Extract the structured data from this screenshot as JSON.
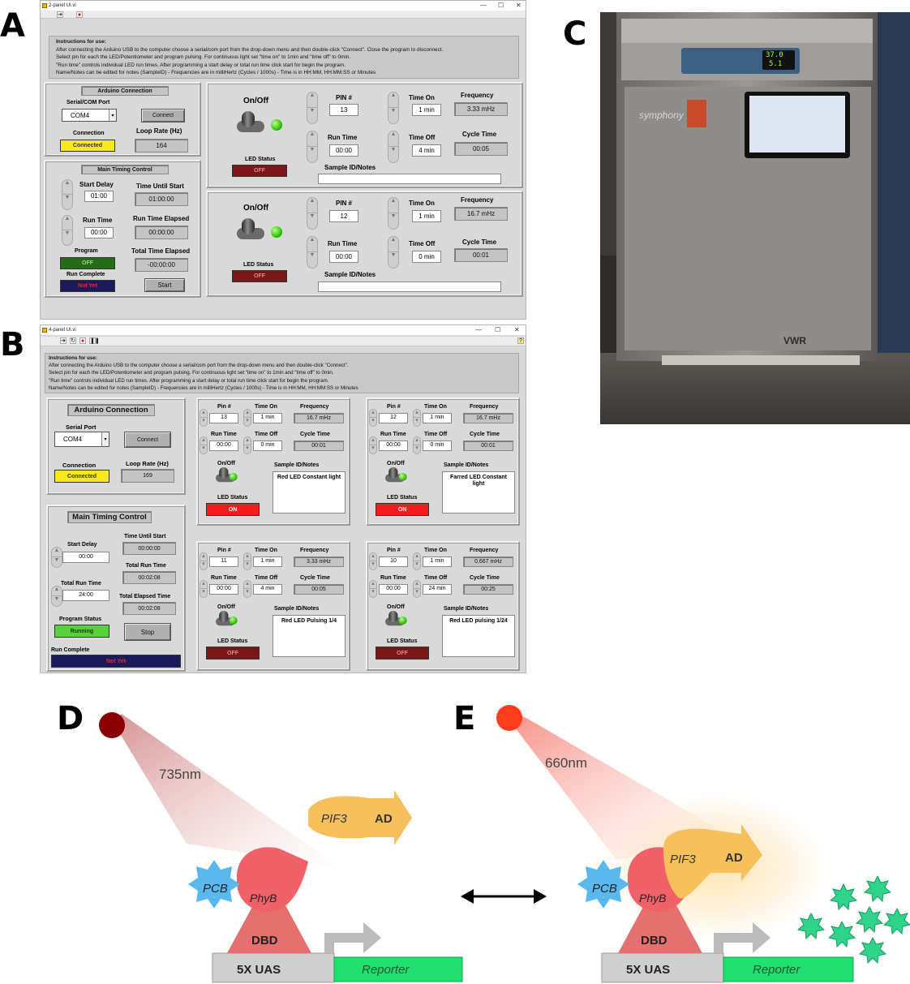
{
  "panel_letters": {
    "a": "A",
    "b": "B",
    "c": "C",
    "d": "D",
    "e": "E"
  },
  "win_a": {
    "title": "2-panel UI.vi",
    "instr_head": "Instructions for use:",
    "instr_lines": [
      "After connecting the Arduino USB to the computer choose a serial/com port from the drop-down menu and then double-click \"Connect\". Close the program to disconnect.",
      "Select pin for each the LED/Potentiometer and program pulsing. For continuous light set \"time on\" to 1min and \"time off\" to 0min.",
      "\"Run time\" controls individual LED run times. After programming a start delay or total run time click start for begin the program.",
      "Name/Notes can be edited for notes (SampleID) - Frequencies are in milliHertz (Cycles / 1000s) - Time is in HH:MM, HH:MM:SS or Minutes"
    ],
    "arduino": {
      "title": "Arduino Connection",
      "port_label": "Serial/COM Port",
      "port_value": "COM4",
      "connect": "Connect",
      "connection_label": "Connection",
      "connection_value": "Connected",
      "loop_label": "Loop Rate (Hz)",
      "loop_value": "164"
    },
    "timing": {
      "title": "Main Timing Control",
      "start_delay_label": "Start Delay",
      "start_delay": "01:00",
      "until_label": "Time Until Start",
      "until": "01:00:00",
      "run_time_label": "Run Time",
      "run_time": "00:00",
      "elapsed_label": "Run Time Elapsed",
      "elapsed": "00:00:00",
      "program_label": "Program",
      "program": "OFF",
      "total_label": "Total Time Elapsed",
      "total": "-00:00:00",
      "complete_label": "Run Complete",
      "complete": "Not Yet",
      "start": "Start"
    },
    "channels": [
      {
        "onoff": "On/Off",
        "led_label": "LED Status",
        "led": "OFF",
        "pin_label": "PIN #",
        "pin": "13",
        "ton_label": "Time On",
        "ton": "1 min",
        "freq_label": "Frequency",
        "freq": "3.33 mHz",
        "run_label": "Run Time",
        "run": "00:00",
        "toff_label": "Time Off",
        "toff": "4 min",
        "cycle_label": "Cycle Time",
        "cycle": "00:05",
        "notes_label": "Sample ID/Notes",
        "notes": ""
      },
      {
        "onoff": "On/Off",
        "led_label": "LED Status",
        "led": "OFF",
        "pin_label": "PIN #",
        "pin": "12",
        "ton_label": "Time On",
        "ton": "1 min",
        "freq_label": "Frequency",
        "freq": "16.7 mHz",
        "run_label": "Run Time",
        "run": "00:00",
        "toff_label": "Time Off",
        "toff": "0 min",
        "cycle_label": "Cycle Time",
        "cycle": "00:01",
        "notes_label": "Sample ID/Notes",
        "notes": ""
      }
    ]
  },
  "win_b": {
    "title": "4-panel UI.vi",
    "instr_head": "Instructions for use:",
    "instr_lines": [
      "After connecting the Arduino USB to the computer choose a serial/com port from the drop-down menu and then double-click \"Connect\".",
      "Select pin for each the LED/Potentiometer and program pulsing. For continuous light set \"time on\" to 1min and \"time off\" to 0min.",
      "\"Run time\" controls individual LED run times. After programming a start delay or total run time click start for begin the program.",
      "Name/Notes can be edited for notes (SampleID) - Frequencies are in milliHertz (Cycles / 1000s) - Time is in HH:MM, HH:MM:SS or Minutes"
    ],
    "arduino": {
      "title": "Arduino Connection",
      "port_label": "Serial Port",
      "port_value": "COM4",
      "connect": "Connect",
      "connection_label": "Connection",
      "connection_value": "Connected",
      "loop_label": "Loop Rate (Hz)",
      "loop_value": "169"
    },
    "timing": {
      "title": "Main Timing Control",
      "until_label": "Time Until Start",
      "until": "00:00:00",
      "start_delay_label": "Start Delay",
      "start_delay": "00:00",
      "total_run_label": "Total Run Time",
      "total_run": "00:02:08",
      "total_run_time_label": "Total Run Time",
      "total_run_time": "24:00",
      "total_elapsed_label": "Total Elapsed Time",
      "total_elapsed": "00:02:08",
      "status_label": "Program Status",
      "status": "Running",
      "stop": "Stop",
      "complete_label": "Run Complete",
      "complete": "Not Yet"
    },
    "channels": [
      {
        "pin_label": "Pin #",
        "pin": "13",
        "ton_label": "Time On",
        "ton": "1 min",
        "freq_label": "Frequency",
        "freq": "16.7 mHz",
        "run_label": "Run Time",
        "run": "00:00",
        "toff_label": "Time Off",
        "toff": "0 min",
        "cycle_label": "Cycle Time",
        "cycle": "00:01",
        "onoff": "On/Off",
        "notes_label": "Sample ID/Notes",
        "notes": "Red LED Constant light",
        "led_label": "LED Status",
        "led": "ON"
      },
      {
        "pin_label": "Pin #",
        "pin": "12",
        "ton_label": "Time On",
        "ton": "1 min",
        "freq_label": "Frequency",
        "freq": "16.7 mHz",
        "run_label": "Run Time",
        "run": "00:00",
        "toff_label": "Time Off",
        "toff": "0 min",
        "cycle_label": "Cycle Time",
        "cycle": "00:01",
        "onoff": "On/Off",
        "notes_label": "Sample ID/Notes",
        "notes": "Farred LED Constant light",
        "led_label": "LED Status",
        "led": "ON"
      },
      {
        "pin_label": "Pin #",
        "pin": "11",
        "ton_label": "Time On",
        "ton": "1 min",
        "freq_label": "Frequency",
        "freq": "3.33 mHz",
        "run_label": "Run Time",
        "run": "00:00",
        "toff_label": "Time Off",
        "toff": "4 min",
        "cycle_label": "Cycle Time",
        "cycle": "00:05",
        "onoff": "On/Off",
        "notes_label": "Sample ID/Notes",
        "notes": "Red LED Pulsing 1/4",
        "led_label": "LED Status",
        "led": "OFF"
      },
      {
        "pin_label": "Pin #",
        "pin": "10",
        "ton_label": "Time On",
        "ton": "1 min",
        "freq_label": "Frequency",
        "freq": "0.667 mHz",
        "run_label": "Run Time",
        "run": "00:00",
        "toff_label": "Time Off",
        "toff": "24 min",
        "cycle_label": "Cycle Time",
        "cycle": "00:25",
        "onoff": "On/Off",
        "notes_label": "Sample ID/Notes",
        "notes": "Red LED pulsing 1/24",
        "led_label": "LED Status",
        "led": "OFF"
      }
    ]
  },
  "photo_c": {
    "display_top": "37.0",
    "display_bottom": "5.1",
    "brand": "symphony",
    "logo": "VWR"
  },
  "diagram": {
    "d_wavelength": "735nm",
    "e_wavelength": "660nm",
    "pif3": "PIF3",
    "ad": "AD",
    "pcb": "PCB",
    "phyb": "PhyB",
    "dbd": "DBD",
    "uas": "5X UAS",
    "reporter": "Reporter",
    "colors": {
      "d_light": "#8b0000",
      "e_light": "#ff3c1e",
      "pif3": "#f7c05a",
      "pcb": "#5ab8ee",
      "phyb": "#f0616a",
      "dbd": "#e66f6f",
      "reporter": "#20e070",
      "uas": "#cfcfcf"
    }
  }
}
